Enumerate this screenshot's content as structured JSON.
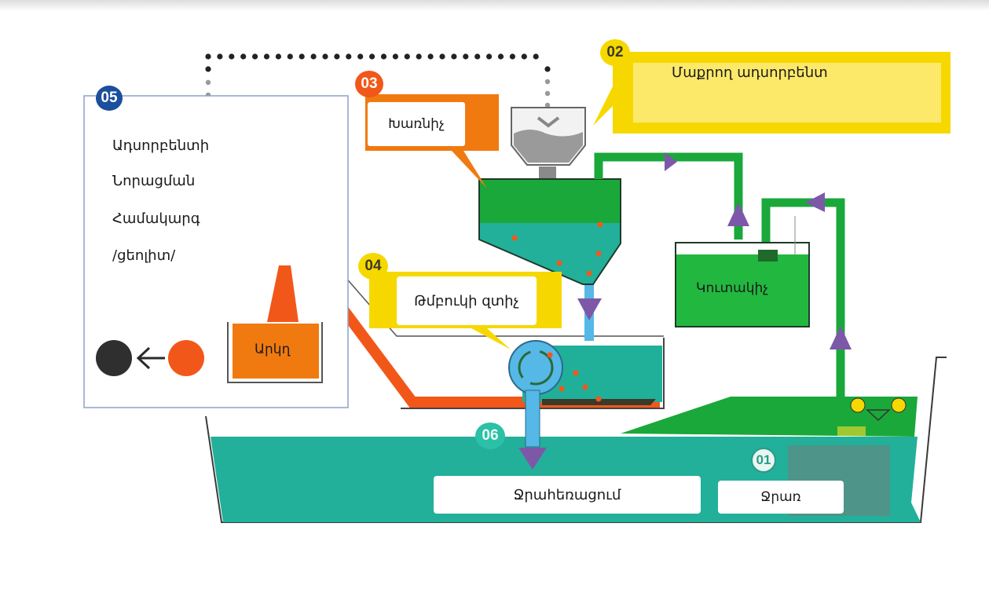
{
  "diagram": {
    "title": "Water treatment / sludge dewatering process",
    "colors": {
      "yellow": "#f6d800",
      "orange": "#f07a10",
      "orange_red": "#f2571a",
      "green": "#1aa83a",
      "teal": "#20b09a",
      "light_blue": "#55b8e6",
      "purple": "#7d58a8",
      "gray": "#9a9a9a",
      "blue_badge": "#1b4f9c",
      "dark": "#2a2a2a"
    },
    "steps": [
      {
        "number": "01",
        "label": "Ջրառ"
      },
      {
        "number": "02",
        "label": "Մաքրող ադսորբենտ"
      },
      {
        "number": "03",
        "label": "Խառնիչ"
      },
      {
        "number": "04",
        "label": "Թմբուկի զտիչ"
      },
      {
        "number": "05",
        "label_lines": [
          "Ադսորբենտի",
          "Նորացման",
          "Համակարգ",
          "/ցեոլիտ/"
        ]
      },
      {
        "number": "06",
        "label": "Ջրահեռացում"
      }
    ],
    "accumulator_label": "Կուտակիչ",
    "container_label": "Արկղ",
    "legend": {
      "from": "orange-particle",
      "to": "black-particle",
      "arrow": "←"
    }
  }
}
